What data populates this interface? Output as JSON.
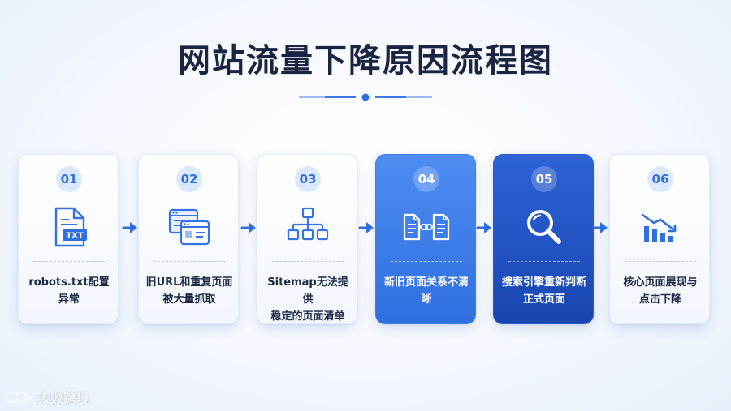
{
  "title": "网站流量下降原因流程图",
  "colors": {
    "accent": "#2f6fe0",
    "accent_dark": "#1846b0",
    "title_text": "#1b2440",
    "badge_bg": "#dce8fb"
  },
  "steps": [
    {
      "num": "01",
      "line1": "robots.txt配置异常",
      "line2": "",
      "icon": "txt-file-icon"
    },
    {
      "num": "02",
      "line1": "旧URL和重复页面",
      "line2": "被大量抓取",
      "icon": "duplicate-windows-icon"
    },
    {
      "num": "03",
      "line1": "Sitemap无法提供",
      "line2": "稳定的页面清单",
      "icon": "sitemap-tree-icon"
    },
    {
      "num": "04",
      "line1": "新旧页面关系不清晰",
      "line2": "",
      "icon": "linked-pages-icon"
    },
    {
      "num": "05",
      "line1": "搜索引擎重新判断",
      "line2": "正式页面",
      "icon": "magnifier-icon"
    },
    {
      "num": "06",
      "line1": "核心页面展现与",
      "line2": "点击下降",
      "icon": "declining-chart-icon"
    }
  ],
  "icon_texts": {
    "txt_badge": "TXT"
  },
  "watermark": {
    "text": "大败跨境"
  }
}
